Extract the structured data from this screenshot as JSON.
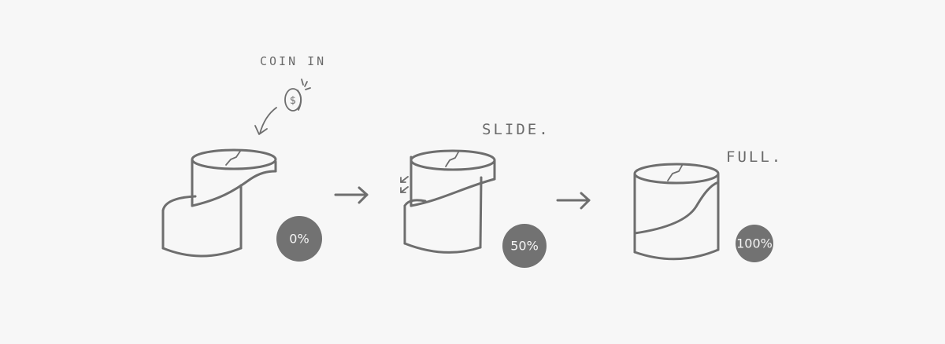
{
  "labels": {
    "coin_in": "COIN IN",
    "slide": "SLIDE.",
    "full": "FULL."
  },
  "stages": [
    {
      "percent_label": "0%",
      "fill_fraction": 0.0
    },
    {
      "percent_label": "50%",
      "fill_fraction": 0.5
    },
    {
      "percent_label": "100%",
      "fill_fraction": 1.0
    }
  ],
  "icons": {
    "coin": "dollar-coin-icon",
    "arrow": "arrow-right-icon",
    "curved_arrow": "curved-arrow-icon"
  },
  "colors": {
    "background": "#f7f7f7",
    "ink": "#6e6e6e",
    "badge": "#727272",
    "badge_text": "#f4f4f4"
  }
}
